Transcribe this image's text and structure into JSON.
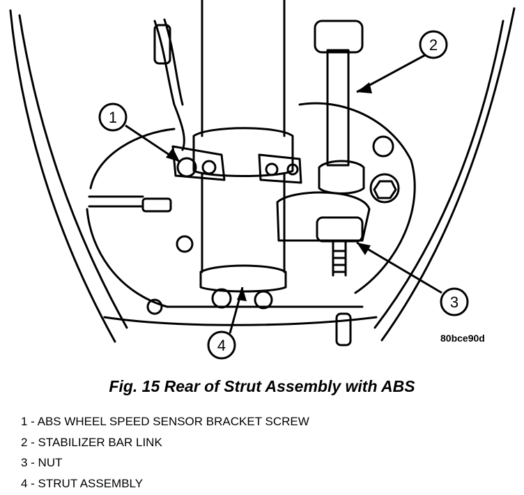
{
  "figure": {
    "code": "80bce90d",
    "title": "Fig. 15 Rear of Strut Assembly with ABS",
    "callouts": [
      "1",
      "2",
      "3",
      "4"
    ],
    "legend": [
      "1 - ABS WHEEL SPEED SENSOR BRACKET SCREW",
      "2 - STABILIZER BAR LINK",
      "3 - NUT",
      "4 - STRUT ASSEMBLY"
    ]
  }
}
